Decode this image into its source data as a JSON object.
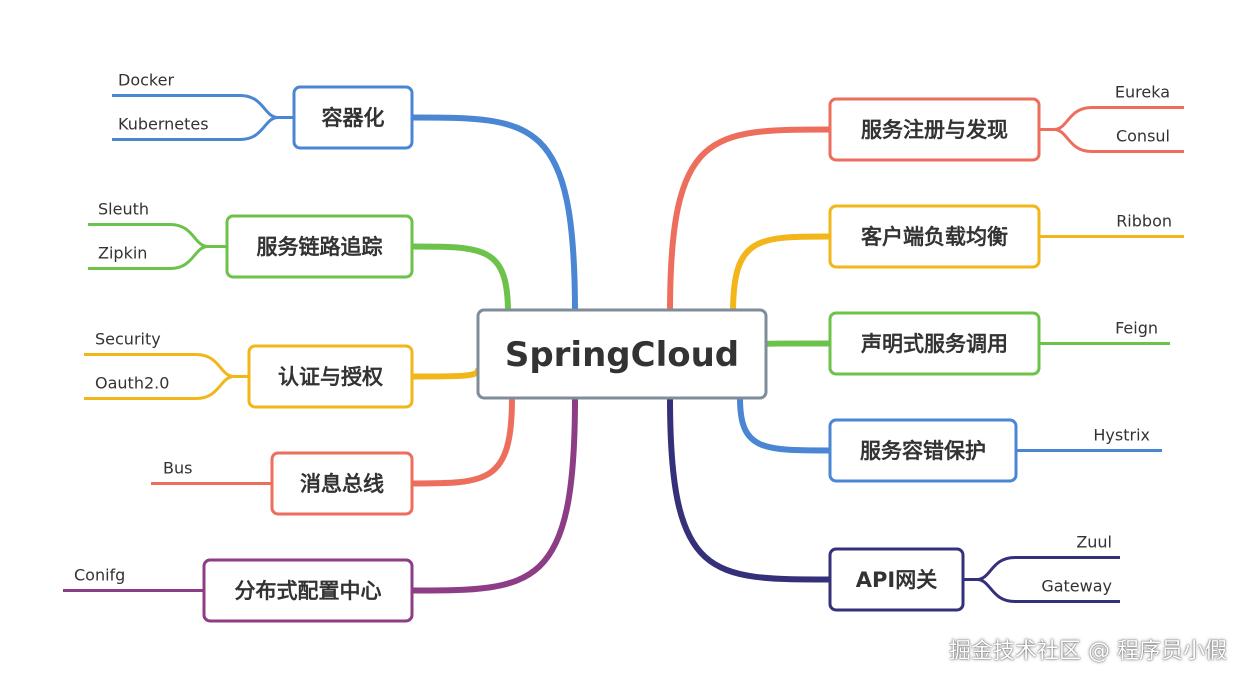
{
  "central": {
    "label": "SpringCloud",
    "color": "#7f8c99"
  },
  "left_branches": [
    {
      "label": "容器化",
      "color": "#4a86d4",
      "leaves": [
        "Docker",
        "Kubernetes"
      ]
    },
    {
      "label": "服务链路追踪",
      "color": "#6cc24a",
      "leaves": [
        "Sleuth",
        "Zipkin"
      ]
    },
    {
      "label": "认证与授权",
      "color": "#f2b51a",
      "leaves": [
        "Security",
        "Oauth2.0"
      ]
    },
    {
      "label": "消息总线",
      "color": "#ee6e5e",
      "leaves": [
        "Bus"
      ]
    },
    {
      "label": "分布式配置中心",
      "color": "#8d3c86",
      "leaves": [
        "Conifg"
      ]
    }
  ],
  "right_branches": [
    {
      "label": "服务注册与发现",
      "color": "#ee6e5e",
      "leaves": [
        "Eureka",
        "Consul"
      ]
    },
    {
      "label": "客户端负载均衡",
      "color": "#f2b51a",
      "leaves": [
        "Ribbon"
      ]
    },
    {
      "label": "声明式服务调用",
      "color": "#6cc24a",
      "leaves": [
        "Feign"
      ]
    },
    {
      "label": "服务容错保护",
      "color": "#4a86d4",
      "leaves": [
        "Hystrix"
      ]
    },
    {
      "label": "API网关",
      "color": "#35307a",
      "leaves": [
        "Zuul",
        "Gateway"
      ]
    }
  ],
  "watermark": "掘金技术社区 @ 程序员小假"
}
